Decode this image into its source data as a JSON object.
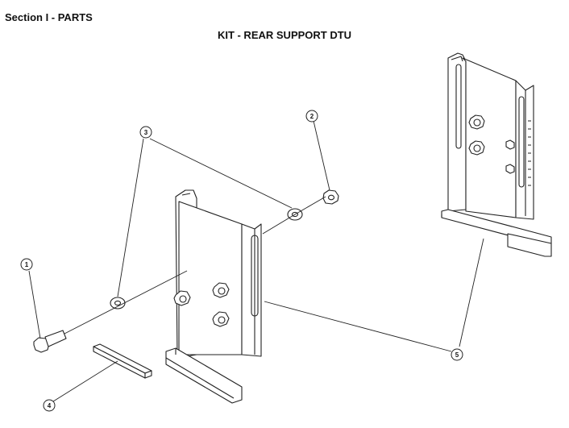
{
  "header": {
    "section": "Section I - PARTS",
    "kit_title": "KIT - REAR SUPPORT DTU"
  },
  "callouts": [
    {
      "id": "1",
      "label": "1",
      "part": "bolt"
    },
    {
      "id": "2",
      "label": "2",
      "part": "nut"
    },
    {
      "id": "3",
      "label": "3",
      "part": "washer"
    },
    {
      "id": "4",
      "label": "4",
      "part": "key"
    },
    {
      "id": "5",
      "label": "5",
      "part": "rear-support-bracket"
    }
  ]
}
